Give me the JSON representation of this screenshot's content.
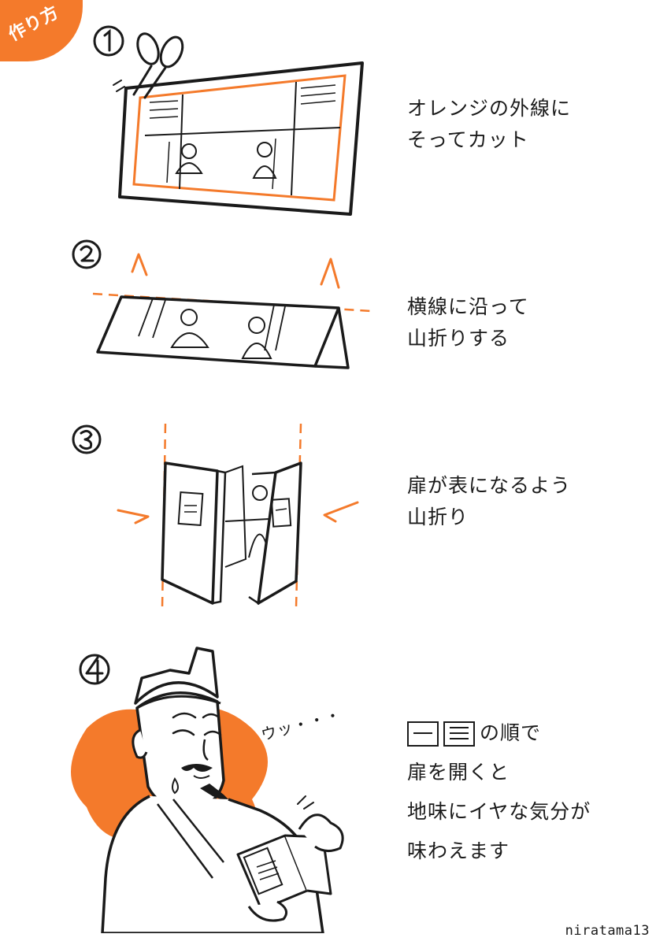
{
  "header": {
    "badge_label": "作り方",
    "badge_color": "#f47a2b"
  },
  "steps": [
    {
      "number_icon": "circled-1",
      "text_lines": [
        "オレンジの外線に",
        "そってカット"
      ]
    },
    {
      "number_icon": "circled-2",
      "text_lines": [
        "横線に沿って",
        "山折りする"
      ]
    },
    {
      "number_icon": "circled-3",
      "text_lines": [
        "扉が表になるよう",
        "山折り"
      ]
    },
    {
      "number_icon": "circled-4",
      "text_first_suffix": "の順で",
      "text_lines": [
        "扉を開くと",
        "地味にイヤな気分が",
        "味わえます"
      ],
      "sfx": "ウッ・・・"
    }
  ],
  "watermark": "niratama13",
  "colors": {
    "accent": "#f47a2b",
    "ink": "#1a1a1a"
  }
}
